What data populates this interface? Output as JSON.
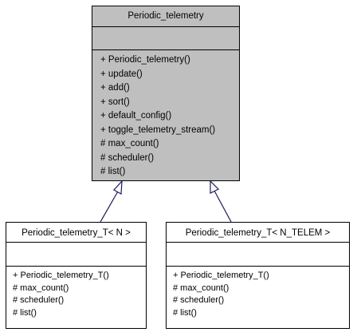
{
  "parent": {
    "name": "Periodic_telemetry",
    "methods": [
      "+ Periodic_telemetry()",
      "+ update()",
      "+ add()",
      "+ sort()",
      "+ default_config()",
      "+ toggle_telemetry_stream()",
      "# max_count()",
      "# scheduler()",
      "# list()"
    ]
  },
  "children": [
    {
      "name": "Periodic_telemetry_T< N >",
      "methods": [
        "+ Periodic_telemetry_T()",
        "# max_count()",
        "# scheduler()",
        "# list()"
      ]
    },
    {
      "name": "Periodic_telemetry_T< N_TELEM >",
      "methods": [
        "+ Periodic_telemetry_T()",
        "# max_count()",
        "# scheduler()",
        "# list()"
      ]
    }
  ]
}
